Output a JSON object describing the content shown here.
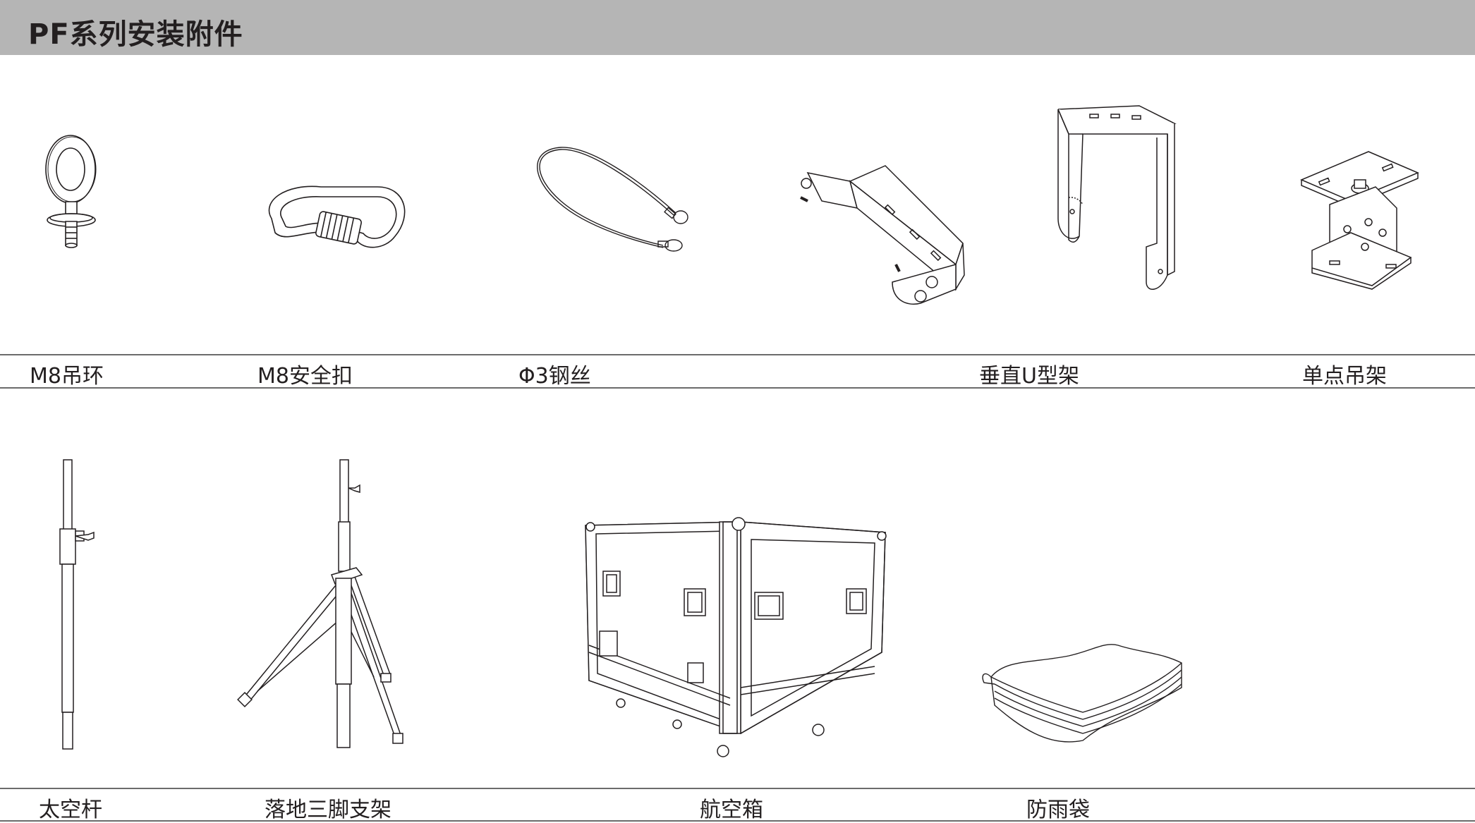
{
  "header": {
    "title": "PF系列安装附件"
  },
  "row1": [
    {
      "label": "M8吊环",
      "icon": "eye-bolt-icon"
    },
    {
      "label": "M8安全扣",
      "icon": "carabiner-icon"
    },
    {
      "label": "Φ3钢丝",
      "icon": "steel-wire-icon"
    },
    {
      "label": "",
      "icon": "horizontal-bracket-icon"
    },
    {
      "label": "垂直U型架",
      "icon": "vertical-u-bracket-icon"
    },
    {
      "label": "单点吊架",
      "icon": "single-point-hanger-icon"
    }
  ],
  "row2": [
    {
      "label": "太空杆",
      "icon": "speaker-pole-icon"
    },
    {
      "label": "落地三脚支架",
      "icon": "tripod-stand-icon"
    },
    {
      "label": "航空箱",
      "icon": "flight-case-icon"
    },
    {
      "label": "防雨袋",
      "icon": "rain-cover-bag-icon"
    }
  ],
  "colors": {
    "header_bg": "#b5b5b5",
    "rule": "#6b6b6b",
    "line_art": "#231f20"
  }
}
